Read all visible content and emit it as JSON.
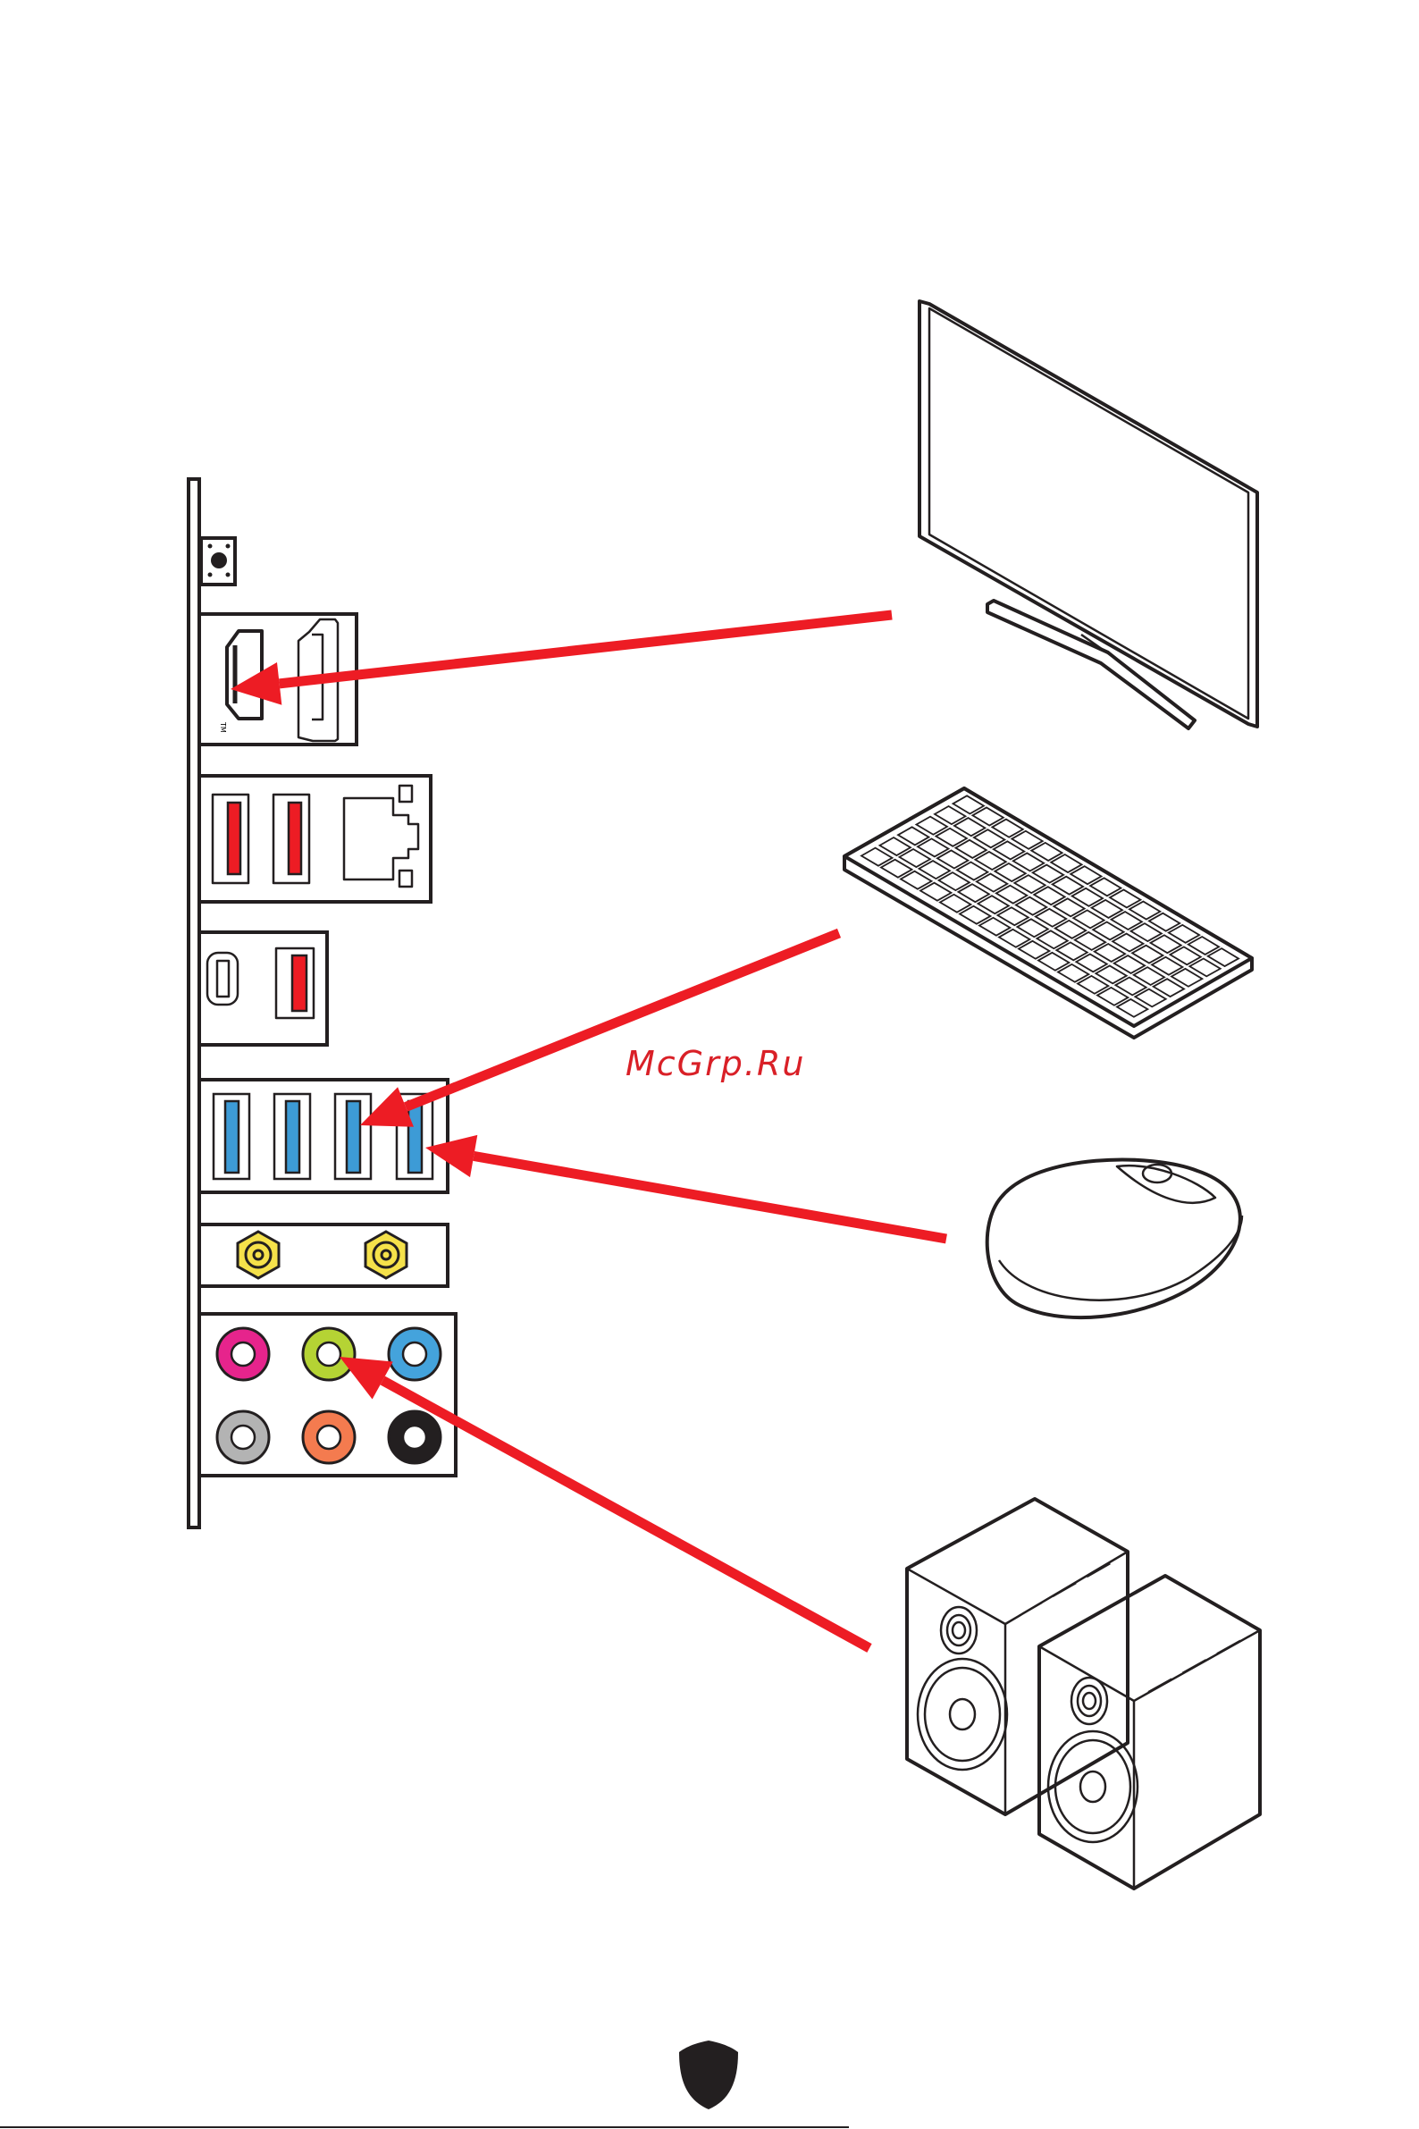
{
  "watermark": "McGrp.Ru",
  "io_panel": {
    "hdmi_mark": "TM",
    "ports": [
      "clear-cmos-button",
      "hdmi",
      "displayport",
      "usb-red",
      "usb-red",
      "lan",
      "usb-c",
      "usb-red",
      "usb-blue",
      "usb-blue",
      "usb-blue",
      "usb-blue",
      "antenna",
      "antenna",
      "audio-pink",
      "audio-lime",
      "audio-blue",
      "audio-gray",
      "audio-orange",
      "audio-black"
    ]
  },
  "devices": [
    "monitor",
    "keyboard",
    "mouse",
    "speakers"
  ],
  "connections": [
    {
      "device": "monitor",
      "port": "hdmi"
    },
    {
      "device": "keyboard",
      "port": "usb-blue"
    },
    {
      "device": "mouse",
      "port": "usb-blue"
    },
    {
      "device": "speakers",
      "port": "audio-lime"
    }
  ],
  "colors": {
    "arrow": "#ed1c24",
    "usb_red": "#ed1c24",
    "usb_blue": "#3d9bd6",
    "antenna": "#f5e14a",
    "audio": [
      "#e6248c",
      "#b5d334",
      "#44a3dc",
      "#b3b3b3",
      "#f47b4f",
      "#231f20"
    ],
    "outline": "#231f20",
    "watermark": "#d92027"
  }
}
